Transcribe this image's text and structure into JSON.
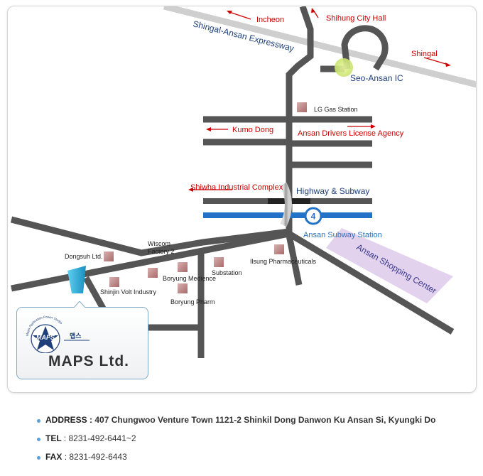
{
  "map": {
    "directions": {
      "incheon": "Incheon",
      "shihung_city_hall": "Shihung City Hall",
      "shingal": "Shingal",
      "kumo_dong": "Kumo Dong",
      "ansan_drivers_license_agency": "Ansan Drivers License Agency",
      "shiwha_industrial_complex": "Shiwha Industrial Complex"
    },
    "roads": {
      "expressway": "Shingal-Ansan Expressway",
      "highway_subway": "Highway & Subway"
    },
    "interchange": "Seo-Ansan IC",
    "subway": {
      "line_number": "4",
      "station": "Ansan Subway Station"
    },
    "area": "Ansan Shopping Center",
    "places": {
      "lg_gas_station": "LG Gas Station",
      "dongsuh": "Dongsuh Ltd.",
      "wiscom_line1": "Wiscom",
      "wiscom_line2": "Factory 2",
      "shinjin_volt": "Shinjin Volt Industry",
      "boryung_medience": "Boryung Medience",
      "boryung_pharm": "Boryung Pharm",
      "substation": "Substation",
      "ilsung_pharmaceuticals": "Ilsung Pharmaceuticals"
    },
    "colors": {
      "road": "#555555",
      "expressway": "#cfcfcf",
      "subway_line": "#2272c8",
      "shopping_area": "#e3d2ee",
      "direction_text": "#cc0000"
    }
  },
  "company": {
    "name": "MAPS Ltd.",
    "logo_text": "MAPS",
    "logo_korean": "맵스",
    "logo_arc_text": "Maps Application Power Studio"
  },
  "contact": {
    "address_label": "ADDRESS",
    "address_value": "407 Chungwoo Venture Town 1121-2 Shinkil Dong Danwon Ku Ansan Si, Kyungki Do",
    "tel_label": "TEL",
    "tel_value": "8231-492-6441~2",
    "fax_label": "FAX",
    "fax_value": "8231-492-6443"
  }
}
